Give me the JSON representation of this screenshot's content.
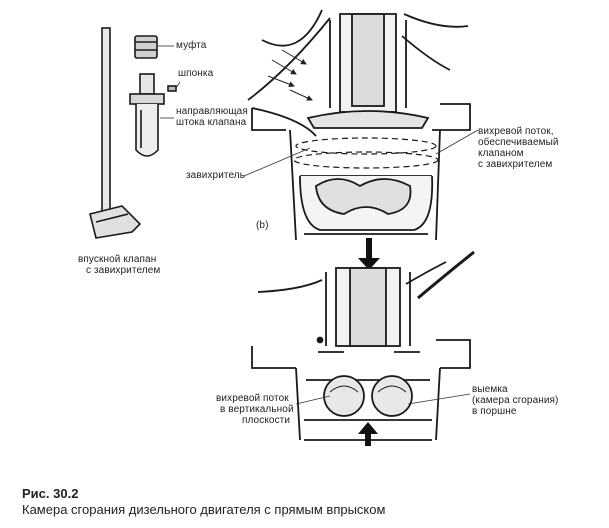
{
  "labels": {
    "coupling": "муфта",
    "key": "шпонка",
    "guide_line1": "направляющая",
    "guide_line2": "штока клапана",
    "swirler": "завихритель",
    "intake_valve_line1": "впускной клапан",
    "intake_valve_line2": "с завихрителем",
    "vortex_top_line1": "вихревой поток,",
    "vortex_top_line2": "обеспечиваемый",
    "vortex_top_line3": "клапаном",
    "vortex_top_line4": "с завихрителем",
    "panel_b": "(b)",
    "vortex_bottom_line1": "вихревой поток",
    "vortex_bottom_line2": "в вертикальной",
    "vortex_bottom_line3": "плоскости",
    "recess_line1": "выемка",
    "recess_line2": "(камера сгорания)",
    "recess_line3": "в поршне"
  },
  "caption": {
    "number": "Рис. 30.2",
    "text": "Камера сгорания дизельного двигателя с прямым впрыском"
  }
}
